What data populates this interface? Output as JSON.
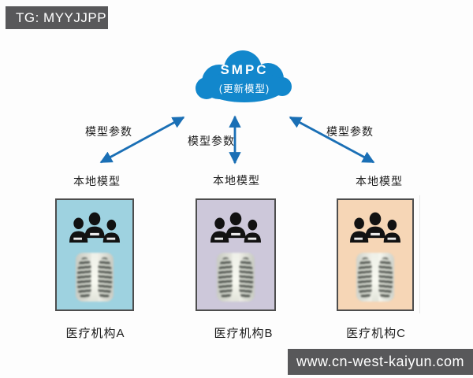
{
  "watermarks": {
    "top_left": "TG: MYYJJPP",
    "bottom_right": "www.cn-west-kaiyun.com",
    "background_color": "#58585a",
    "text_color": "#ffffff"
  },
  "cloud": {
    "title": "SMPC",
    "subtitle": "(更新模型)",
    "fill_color": "#1287cc",
    "text_color": "#ffffff"
  },
  "arrow": {
    "color": "#1a6fb5",
    "style": "double-headed"
  },
  "columns": [
    {
      "id": "A",
      "param_label": "模型参数",
      "local_model_label": "本地模型",
      "org_label": "医疗机构A",
      "box_color": "#9ed2e0"
    },
    {
      "id": "B",
      "param_label": "模型参数",
      "local_model_label": "本地模型",
      "org_label": "医疗机构B",
      "box_color": "#cdc8da"
    },
    {
      "id": "C",
      "param_label": "模型参数",
      "local_model_label": "本地模型",
      "org_label": "医疗机构C",
      "box_color": "#f6d6b6"
    }
  ]
}
